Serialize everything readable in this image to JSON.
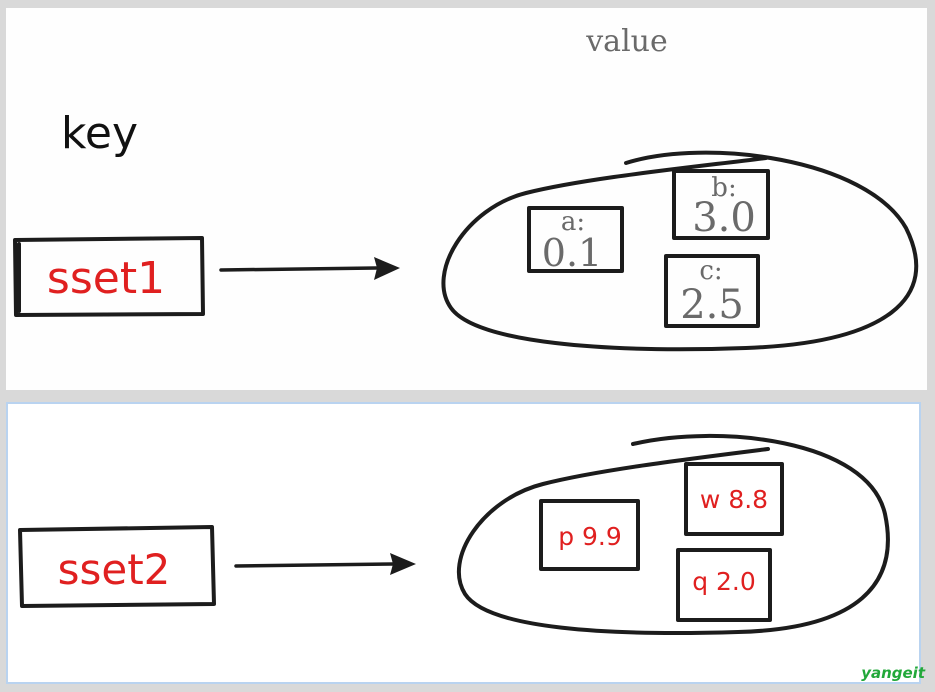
{
  "top": {
    "title": "value",
    "key_heading": "key",
    "key": "sset1",
    "members": [
      {
        "name": "a:",
        "score": "0.1"
      },
      {
        "name": "b:",
        "score": "3.0"
      },
      {
        "name": "c:",
        "score": "2.5"
      }
    ]
  },
  "bottom": {
    "key": "sset2",
    "members": [
      {
        "label": "p 9.9"
      },
      {
        "label": "w 8.8"
      },
      {
        "label": "q 2.0"
      }
    ]
  },
  "watermark": "yangeit",
  "colors": {
    "key_text": "#e02020",
    "stroke": "#1c1c1c",
    "panel_border": "#b9d3f0",
    "watermark": "#22a83a"
  }
}
